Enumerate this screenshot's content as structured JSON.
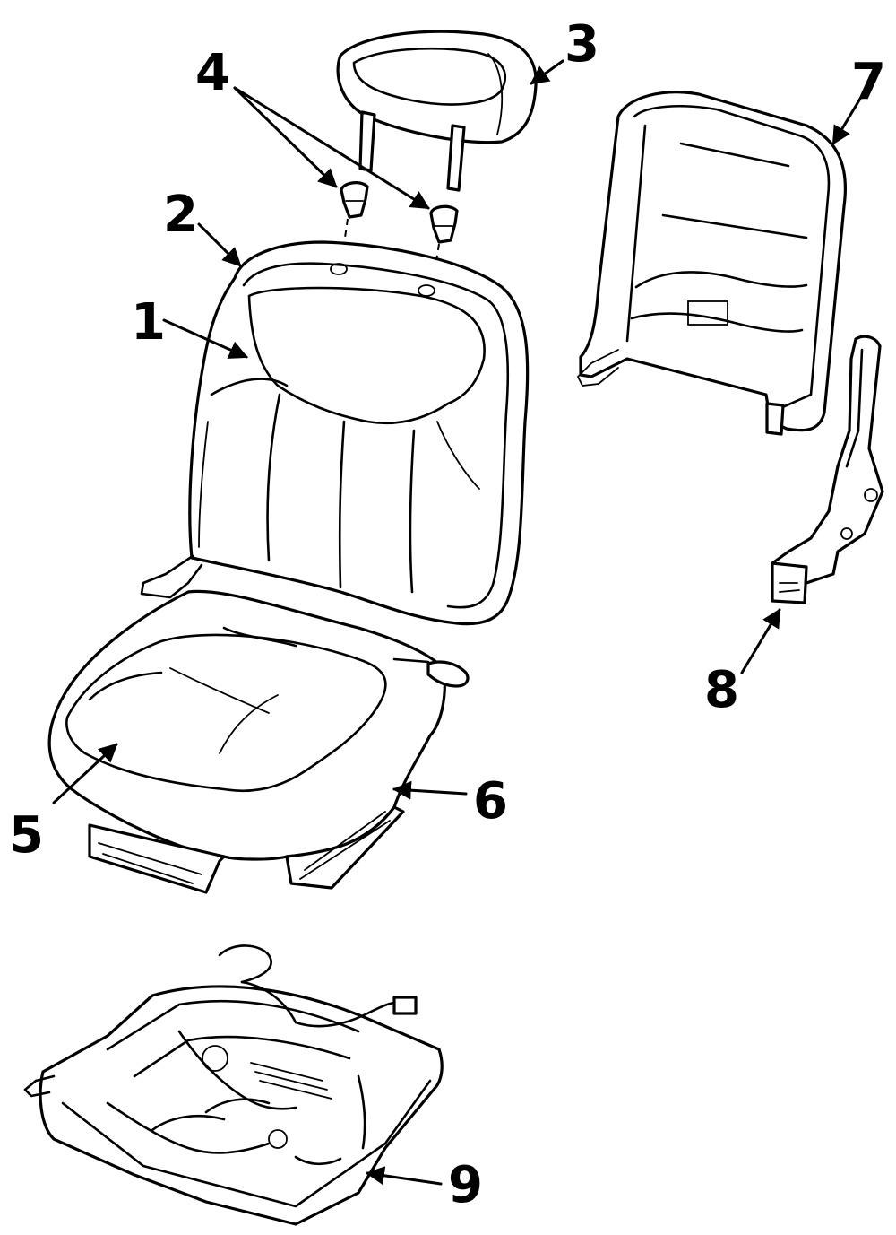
{
  "callouts": [
    "1",
    "2",
    "3",
    "4",
    "5",
    "6",
    "7",
    "8",
    "9"
  ],
  "colors": {
    "ink": "#000000",
    "paper": "#ffffff"
  }
}
